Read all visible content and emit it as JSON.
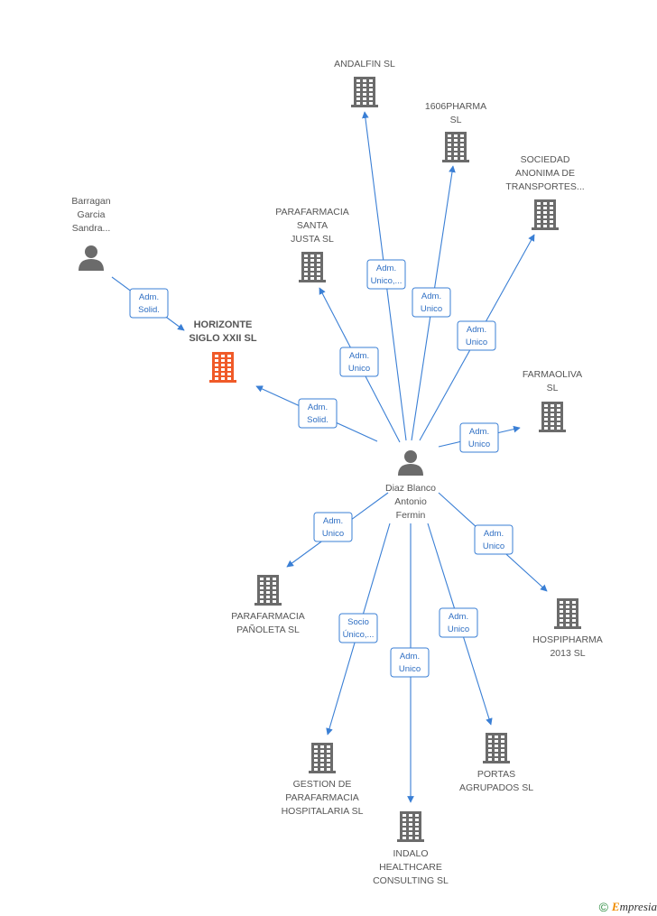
{
  "colors": {
    "edge": "#3a7fd5",
    "company": "#6b6b6b",
    "company_main": "#f05a28",
    "person": "#6b6b6b"
  },
  "nodes": [
    {
      "id": "horizonte",
      "type": "company-main",
      "label": [
        "HORIZONTE",
        "SIGLO XXII SL"
      ]
    },
    {
      "id": "barragan",
      "type": "person",
      "label": [
        "Barragan",
        "Garcia",
        "Sandra..."
      ]
    },
    {
      "id": "diaz",
      "type": "person",
      "label": [
        "Diaz Blanco",
        "Antonio",
        "Fermin"
      ]
    },
    {
      "id": "andalfin",
      "type": "company",
      "label": [
        "ANDALFIN SL"
      ]
    },
    {
      "id": "pharma1606",
      "type": "company",
      "label": [
        "1606PHARMA",
        "SL"
      ]
    },
    {
      "id": "sociedad",
      "type": "company",
      "label": [
        "SOCIEDAD",
        "ANONIMA DE",
        "TRANSPORTES..."
      ]
    },
    {
      "id": "parasanta",
      "type": "company",
      "label": [
        "PARAFARMACIA",
        "SANTA",
        "JUSTA SL"
      ]
    },
    {
      "id": "farmaoliva",
      "type": "company",
      "label": [
        "FARMAOLIVA",
        "SL"
      ]
    },
    {
      "id": "parapanoleta",
      "type": "company",
      "label": [
        "PARAFARMACIA",
        "PAÑOLETA SL"
      ]
    },
    {
      "id": "hospipharma",
      "type": "company",
      "label": [
        "HOSPIPHARMA",
        "2013 SL"
      ]
    },
    {
      "id": "gestion",
      "type": "company",
      "label": [
        "GESTION DE",
        "PARAFARMACIA",
        "HOSPITALARIA SL"
      ]
    },
    {
      "id": "indalo",
      "type": "company",
      "label": [
        "INDALO",
        "HEALTHCARE",
        "CONSULTING SL"
      ]
    },
    {
      "id": "portas",
      "type": "company",
      "label": [
        "PORTAS",
        "AGRUPADOS SL"
      ]
    }
  ],
  "edges": [
    {
      "from": "barragan",
      "to": "horizonte",
      "label": [
        "Adm.",
        "Solid."
      ]
    },
    {
      "from": "diaz",
      "to": "horizonte",
      "label": [
        "Adm.",
        "Solid."
      ]
    },
    {
      "from": "diaz",
      "to": "andalfin",
      "label": [
        "Adm.",
        "Unico,..."
      ]
    },
    {
      "from": "diaz",
      "to": "pharma1606",
      "label": [
        "Adm.",
        "Unico"
      ]
    },
    {
      "from": "diaz",
      "to": "sociedad",
      "label": [
        "Adm.",
        "Unico"
      ]
    },
    {
      "from": "diaz",
      "to": "parasanta",
      "label": [
        "Adm.",
        "Unico"
      ]
    },
    {
      "from": "diaz",
      "to": "farmaoliva",
      "label": [
        "Adm.",
        "Unico"
      ]
    },
    {
      "from": "diaz",
      "to": "parapanoleta",
      "label": [
        "Adm.",
        "Unico"
      ]
    },
    {
      "from": "diaz",
      "to": "hospipharma",
      "label": [
        "Adm.",
        "Unico"
      ]
    },
    {
      "from": "diaz",
      "to": "gestion",
      "label": [
        "Socio",
        "Único,..."
      ]
    },
    {
      "from": "diaz",
      "to": "indalo",
      "label": [
        "Adm.",
        "Unico"
      ]
    },
    {
      "from": "diaz",
      "to": "portas",
      "label": [
        "Adm.",
        "Unico"
      ]
    }
  ],
  "footer": {
    "copyright": "©",
    "brand_first": "E",
    "brand_rest": "mpresia"
  }
}
